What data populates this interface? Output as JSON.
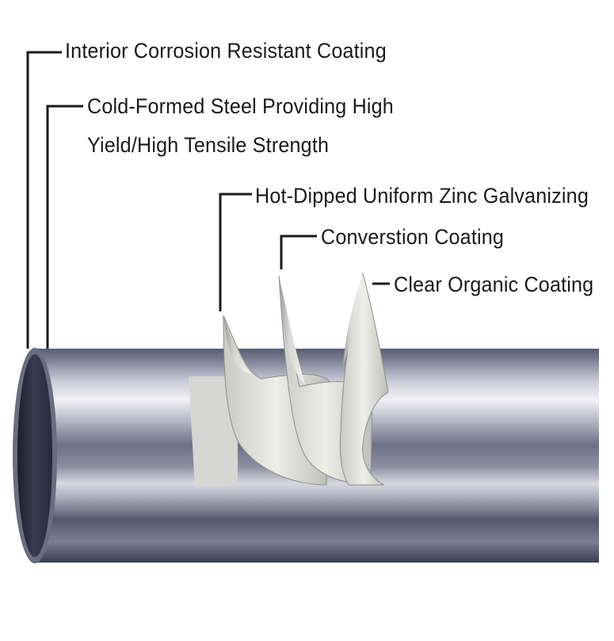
{
  "labels": {
    "interior": "Interior Corrosion Resistant Coating",
    "cold_formed_line1": "Cold-Formed Steel Providing High",
    "cold_formed_line2": "Yield/High Tensile Strength",
    "zinc": "Hot-Dipped Uniform Zinc Galvanizing",
    "conversion": "Converstion Coating",
    "organic": "Clear Organic Coating"
  },
  "colors": {
    "background": "#ffffff",
    "text": "#1a1a1a",
    "leader_lines": "#1a1a1a",
    "pipe_dark": "#3b3d52",
    "pipe_light": "#e4e5ec",
    "coating_layers": "#d9dad6"
  }
}
